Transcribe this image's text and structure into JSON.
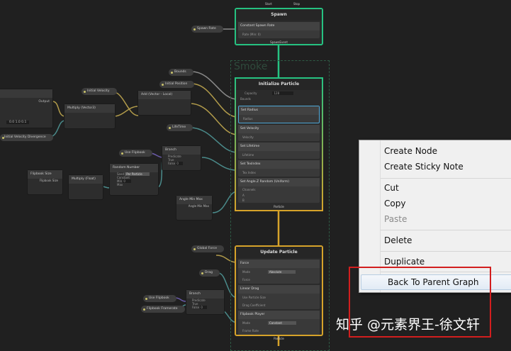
{
  "colors": {
    "spawn": "#26c281",
    "init_gradient_end": "#d6a32a",
    "update": "#d6a32a",
    "selected": "#4fa8d8",
    "menu_highlight": "#e2ebf5",
    "annotation": "#d21e1e"
  },
  "group": {
    "title": "Smoke"
  },
  "spawn": {
    "title": "Spawn",
    "in_ports": [
      "Start",
      "Stop"
    ],
    "blocks": [
      {
        "title": "Constant Spawn Rate",
        "rows": [
          "Rate (Min: 0)"
        ]
      }
    ],
    "footer": "SpawnEvent"
  },
  "init": {
    "title": "Initialize Particle",
    "capacity_label": "Capacity",
    "capacity": "128",
    "bounds": "Bounds",
    "blocks": [
      {
        "title": "Set Radius",
        "rows": [
          "Radius"
        ]
      },
      {
        "title": "Set Velocity",
        "rows": [
          "Velocity"
        ]
      },
      {
        "title": "Set Lifetime",
        "rows": [
          "Lifetime"
        ]
      },
      {
        "title": "Set TexIndex",
        "rows": [
          "Tex Index"
        ]
      },
      {
        "title": "Set Angle.Z Random (Uniform)",
        "rows": [
          "Channels",
          "A",
          "B"
        ]
      }
    ],
    "footer": "Particle",
    "b_value": "0"
  },
  "update": {
    "title": "Update Particle",
    "blocks": [
      {
        "title": "Force",
        "rows": [
          "Mode",
          "Force"
        ],
        "mode": "Absolute"
      },
      {
        "title": "Linear Drag",
        "rows": [
          "Use Particle Size",
          "Drag Coefficient"
        ]
      },
      {
        "title": "Flipbook Player",
        "rows": [
          "Mode",
          "Frame Rate"
        ],
        "mode": "Constant"
      }
    ],
    "footer": "Particle"
  },
  "nodes": {
    "spawn_rate": "Spawn Rate",
    "bounds": "Bounds",
    "initial_position": "Initial Position",
    "initial_velocity": "Initial Velocity",
    "add": "Add (Vector - Local)",
    "multiply_vec": "Multiply (Vector3)",
    "divergence": "Initial Velocity Divergence",
    "output": "Output",
    "vector_value": "0.0 1.0 0.1",
    "lifetime": "LifeTime",
    "use_flipbook": "Use Flipbook",
    "branch": "Branch",
    "branch_rows": [
      "Predicate",
      "True",
      "False"
    ],
    "false_value": "0",
    "random": "Random Number",
    "random_rows": [
      "Seed",
      "Constant",
      "Min",
      "Max"
    ],
    "seed_mode": "Per Particle",
    "min_value": "0",
    "flipbook_size": "Flipbook Size",
    "flipbook_size_out": "Flipbook Size",
    "multiply_float": "Multiply (Float)",
    "angle": "Angle Min Max",
    "angle_out": "Angle Min Max",
    "global_force": "Global Force",
    "drag": "Drag",
    "use_flipbook2": "Use Flipbook",
    "flipbook_framerate": "Flipbook Framerate",
    "branch2": "Branch"
  },
  "context_menu": {
    "items": [
      {
        "label": "Create Node",
        "enabled": true
      },
      {
        "label": "Create Sticky Note",
        "enabled": true
      },
      {
        "label": "Cut",
        "enabled": true
      },
      {
        "label": "Copy",
        "enabled": true
      },
      {
        "label": "Paste",
        "enabled": false
      },
      {
        "label": "Delete",
        "enabled": true
      },
      {
        "label": "Duplicate",
        "enabled": true
      },
      {
        "label": "Back To Parent Graph",
        "enabled": true,
        "highlighted": true
      }
    ]
  },
  "watermark": "知乎 @元素界王-徐文轩"
}
